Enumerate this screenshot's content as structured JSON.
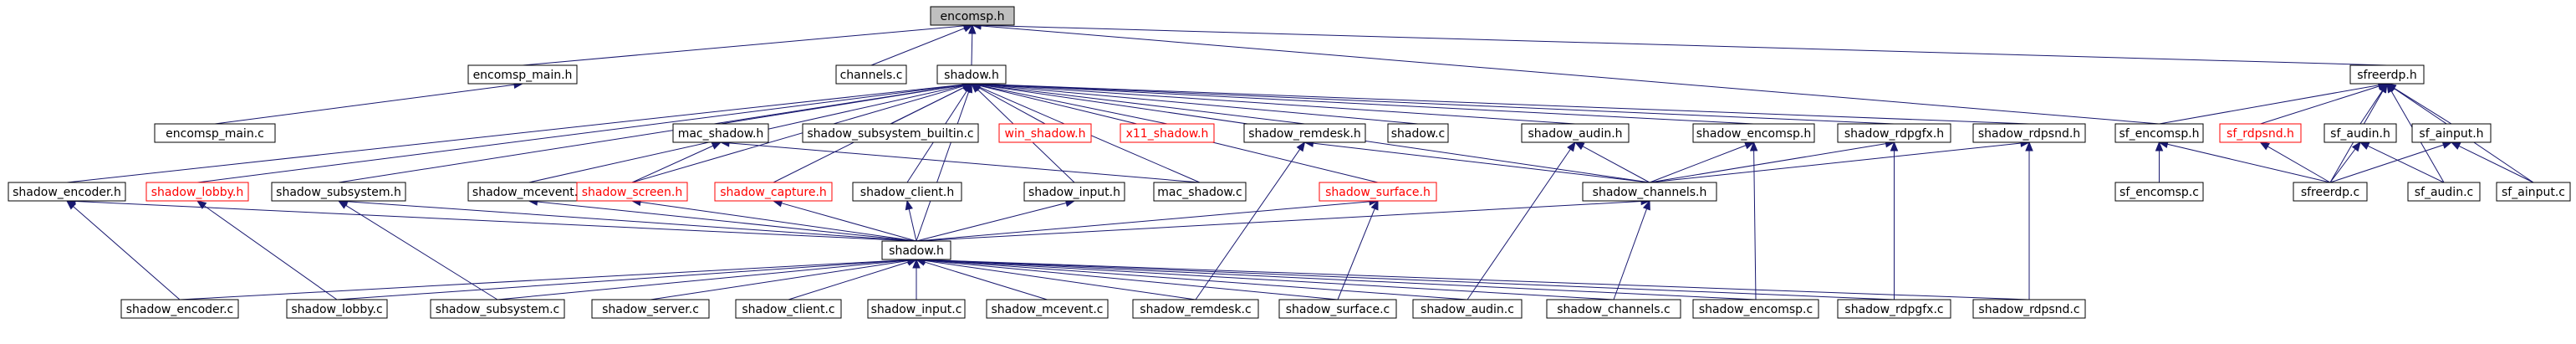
{
  "colors": {
    "edge": "#191970",
    "missing_text": "#ff0000",
    "highlight_fill": "#bfbfbf",
    "node_border": "#000000"
  },
  "nodes": [
    {
      "id": "encomsp_h",
      "label": "encomsp.h",
      "state": "current"
    },
    {
      "id": "encomsp_main_h",
      "label": "encomsp_main.h",
      "state": "normal"
    },
    {
      "id": "channels_c",
      "label": "channels.c",
      "state": "normal"
    },
    {
      "id": "shadow_h_top",
      "label": "shadow.h",
      "state": "normal"
    },
    {
      "id": "sfreerdp_h",
      "label": "sfreerdp.h",
      "state": "normal"
    },
    {
      "id": "encomsp_main_c",
      "label": "encomsp_main.c",
      "state": "normal"
    },
    {
      "id": "mac_shadow_h",
      "label": "mac_shadow.h",
      "state": "normal"
    },
    {
      "id": "shadow_subsystem_builtin_c",
      "label": "shadow_subsystem_builtin.c",
      "state": "normal"
    },
    {
      "id": "win_shadow_h",
      "label": "win_shadow.h",
      "state": "missing"
    },
    {
      "id": "x11_shadow_h",
      "label": "x11_shadow.h",
      "state": "missing"
    },
    {
      "id": "shadow_remdesk_h",
      "label": "shadow_remdesk.h",
      "state": "normal"
    },
    {
      "id": "shadow_c",
      "label": "shadow.c",
      "state": "normal"
    },
    {
      "id": "shadow_audin_h",
      "label": "shadow_audin.h",
      "state": "normal"
    },
    {
      "id": "shadow_encomsp_h",
      "label": "shadow_encomsp.h",
      "state": "normal"
    },
    {
      "id": "shadow_rdpgfx_h",
      "label": "shadow_rdpgfx.h",
      "state": "normal"
    },
    {
      "id": "shadow_rdpsnd_h",
      "label": "shadow_rdpsnd.h",
      "state": "normal"
    },
    {
      "id": "sf_encomsp_h",
      "label": "sf_encomsp.h",
      "state": "normal"
    },
    {
      "id": "sf_rdpsnd_h",
      "label": "sf_rdpsnd.h",
      "state": "missing"
    },
    {
      "id": "sf_audin_h",
      "label": "sf_audin.h",
      "state": "normal"
    },
    {
      "id": "sf_ainput_h",
      "label": "sf_ainput.h",
      "state": "normal"
    },
    {
      "id": "shadow_encoder_h",
      "label": "shadow_encoder.h",
      "state": "normal"
    },
    {
      "id": "shadow_lobby_h",
      "label": "shadow_lobby.h",
      "state": "missing"
    },
    {
      "id": "shadow_subsystem_h",
      "label": "shadow_subsystem.h",
      "state": "normal"
    },
    {
      "id": "shadow_mcevent_h",
      "label": "shadow_mcevent.h",
      "state": "normal"
    },
    {
      "id": "shadow_screen_h",
      "label": "shadow_screen.h",
      "state": "missing"
    },
    {
      "id": "shadow_capture_h",
      "label": "shadow_capture.h",
      "state": "missing"
    },
    {
      "id": "shadow_client_h",
      "label": "shadow_client.h",
      "state": "normal"
    },
    {
      "id": "shadow_input_h",
      "label": "shadow_input.h",
      "state": "normal"
    },
    {
      "id": "mac_shadow_c",
      "label": "mac_shadow.c",
      "state": "normal"
    },
    {
      "id": "shadow_surface_h",
      "label": "shadow_surface.h",
      "state": "missing"
    },
    {
      "id": "shadow_channels_h",
      "label": "shadow_channels.h",
      "state": "normal"
    },
    {
      "id": "sf_encomsp_c",
      "label": "sf_encomsp.c",
      "state": "normal"
    },
    {
      "id": "sfreerdp_c",
      "label": "sfreerdp.c",
      "state": "normal"
    },
    {
      "id": "sf_audin_c",
      "label": "sf_audin.c",
      "state": "normal"
    },
    {
      "id": "sf_ainput_c",
      "label": "sf_ainput.c",
      "state": "normal"
    },
    {
      "id": "shadow_h_mid",
      "label": "shadow.h",
      "state": "normal"
    },
    {
      "id": "shadow_encoder_c",
      "label": "shadow_encoder.c",
      "state": "normal"
    },
    {
      "id": "shadow_lobby_c",
      "label": "shadow_lobby.c",
      "state": "normal"
    },
    {
      "id": "shadow_subsystem_c",
      "label": "shadow_subsystem.c",
      "state": "normal"
    },
    {
      "id": "shadow_server_c",
      "label": "shadow_server.c",
      "state": "normal"
    },
    {
      "id": "shadow_client_c",
      "label": "shadow_client.c",
      "state": "normal"
    },
    {
      "id": "shadow_input_c",
      "label": "shadow_input.c",
      "state": "normal"
    },
    {
      "id": "shadow_mcevent_c",
      "label": "shadow_mcevent.c",
      "state": "normal"
    },
    {
      "id": "shadow_remdesk_c",
      "label": "shadow_remdesk.c",
      "state": "normal"
    },
    {
      "id": "shadow_surface_c",
      "label": "shadow_surface.c",
      "state": "normal"
    },
    {
      "id": "shadow_audin_c",
      "label": "shadow_audin.c",
      "state": "normal"
    },
    {
      "id": "shadow_channels_c",
      "label": "shadow_channels.c",
      "state": "normal"
    },
    {
      "id": "shadow_encomsp_c",
      "label": "shadow_encomsp.c",
      "state": "normal"
    },
    {
      "id": "shadow_rdpgfx_c",
      "label": "shadow_rdpgfx.c",
      "state": "normal"
    },
    {
      "id": "shadow_rdpsnd_c",
      "label": "shadow_rdpsnd.c",
      "state": "normal"
    }
  ],
  "edges": [
    [
      "encomsp_main_h",
      "encomsp_h"
    ],
    [
      "channels_c",
      "encomsp_h"
    ],
    [
      "shadow_h_top",
      "encomsp_h"
    ],
    [
      "sfreerdp_h",
      "encomsp_h"
    ],
    [
      "sf_encomsp_h",
      "encomsp_h"
    ],
    [
      "encomsp_main_c",
      "encomsp_main_h"
    ],
    [
      "mac_shadow_h",
      "shadow_h_top"
    ],
    [
      "shadow_subsystem_builtin_c",
      "shadow_h_top"
    ],
    [
      "win_shadow_h",
      "shadow_h_top"
    ],
    [
      "x11_shadow_h",
      "shadow_h_top"
    ],
    [
      "shadow_remdesk_h",
      "shadow_h_top"
    ],
    [
      "shadow_c",
      "shadow_h_top"
    ],
    [
      "shadow_audin_h",
      "shadow_h_top"
    ],
    [
      "shadow_encomsp_h",
      "shadow_h_top"
    ],
    [
      "shadow_rdpgfx_h",
      "shadow_h_top"
    ],
    [
      "shadow_rdpsnd_h",
      "shadow_h_top"
    ],
    [
      "shadow_encoder_h",
      "shadow_h_top"
    ],
    [
      "shadow_lobby_h",
      "shadow_h_top"
    ],
    [
      "shadow_subsystem_h",
      "shadow_h_top"
    ],
    [
      "shadow_mcevent_h",
      "shadow_h_top"
    ],
    [
      "shadow_screen_h",
      "shadow_h_top"
    ],
    [
      "shadow_capture_h",
      "shadow_h_top"
    ],
    [
      "shadow_client_h",
      "shadow_h_top"
    ],
    [
      "shadow_input_h",
      "shadow_h_top"
    ],
    [
      "shadow_surface_h",
      "shadow_h_top"
    ],
    [
      "shadow_channels_h",
      "shadow_h_top"
    ],
    [
      "mac_shadow_c",
      "shadow_h_top"
    ],
    [
      "shadow_h_mid",
      "shadow_h_top"
    ],
    [
      "sf_encomsp_h",
      "sfreerdp_h"
    ],
    [
      "sf_rdpsnd_h",
      "sfreerdp_h"
    ],
    [
      "sf_audin_h",
      "sfreerdp_h"
    ],
    [
      "sf_ainput_h",
      "sfreerdp_h"
    ],
    [
      "sfreerdp_c",
      "sfreerdp_h"
    ],
    [
      "sf_audin_c",
      "sfreerdp_h"
    ],
    [
      "sf_ainput_c",
      "sfreerdp_h"
    ],
    [
      "mac_shadow_c",
      "mac_shadow_h"
    ],
    [
      "shadow_screen_h",
      "mac_shadow_h"
    ],
    [
      "shadow_channels_h",
      "shadow_remdesk_h"
    ],
    [
      "shadow_remdesk_c",
      "shadow_remdesk_h"
    ],
    [
      "shadow_channels_h",
      "shadow_audin_h"
    ],
    [
      "shadow_audin_c",
      "shadow_audin_h"
    ],
    [
      "shadow_channels_h",
      "shadow_encomsp_h"
    ],
    [
      "shadow_encomsp_c",
      "shadow_encomsp_h"
    ],
    [
      "shadow_channels_h",
      "shadow_rdpgfx_h"
    ],
    [
      "shadow_rdpgfx_c",
      "shadow_rdpgfx_h"
    ],
    [
      "shadow_channels_h",
      "shadow_rdpsnd_h"
    ],
    [
      "shadow_rdpsnd_c",
      "shadow_rdpsnd_h"
    ],
    [
      "sf_encomsp_c",
      "sf_encomsp_h"
    ],
    [
      "sfreerdp_c",
      "sf_encomsp_h"
    ],
    [
      "sfreerdp_c",
      "sf_rdpsnd_h"
    ],
    [
      "sfreerdp_c",
      "sf_audin_h"
    ],
    [
      "sf_audin_c",
      "sf_audin_h"
    ],
    [
      "sfreerdp_c",
      "sf_ainput_h"
    ],
    [
      "sf_ainput_c",
      "sf_ainput_h"
    ],
    [
      "shadow_h_mid",
      "shadow_encoder_h"
    ],
    [
      "shadow_encoder_c",
      "shadow_encoder_h"
    ],
    [
      "shadow_lobby_c",
      "shadow_lobby_h"
    ],
    [
      "shadow_h_mid",
      "shadow_subsystem_h"
    ],
    [
      "shadow_subsystem_c",
      "shadow_subsystem_h"
    ],
    [
      "shadow_h_mid",
      "shadow_mcevent_h"
    ],
    [
      "shadow_h_mid",
      "shadow_screen_h"
    ],
    [
      "shadow_h_mid",
      "shadow_capture_h"
    ],
    [
      "shadow_h_mid",
      "shadow_client_h"
    ],
    [
      "shadow_h_mid",
      "shadow_input_h"
    ],
    [
      "shadow_h_mid",
      "shadow_surface_h"
    ],
    [
      "shadow_surface_c",
      "shadow_surface_h"
    ],
    [
      "shadow_h_mid",
      "shadow_channels_h"
    ],
    [
      "shadow_channels_c",
      "shadow_channels_h"
    ],
    [
      "shadow_encoder_c",
      "shadow_h_mid"
    ],
    [
      "shadow_lobby_c",
      "shadow_h_mid"
    ],
    [
      "shadow_subsystem_c",
      "shadow_h_mid"
    ],
    [
      "shadow_server_c",
      "shadow_h_mid"
    ],
    [
      "shadow_client_c",
      "shadow_h_mid"
    ],
    [
      "shadow_input_c",
      "shadow_h_mid"
    ],
    [
      "shadow_mcevent_c",
      "shadow_h_mid"
    ],
    [
      "shadow_remdesk_c",
      "shadow_h_mid"
    ],
    [
      "shadow_surface_c",
      "shadow_h_mid"
    ],
    [
      "shadow_audin_c",
      "shadow_h_mid"
    ],
    [
      "shadow_channels_c",
      "shadow_h_mid"
    ],
    [
      "shadow_encomsp_c",
      "shadow_h_mid"
    ],
    [
      "shadow_rdpgfx_c",
      "shadow_h_mid"
    ],
    [
      "shadow_rdpsnd_c",
      "shadow_h_mid"
    ]
  ]
}
